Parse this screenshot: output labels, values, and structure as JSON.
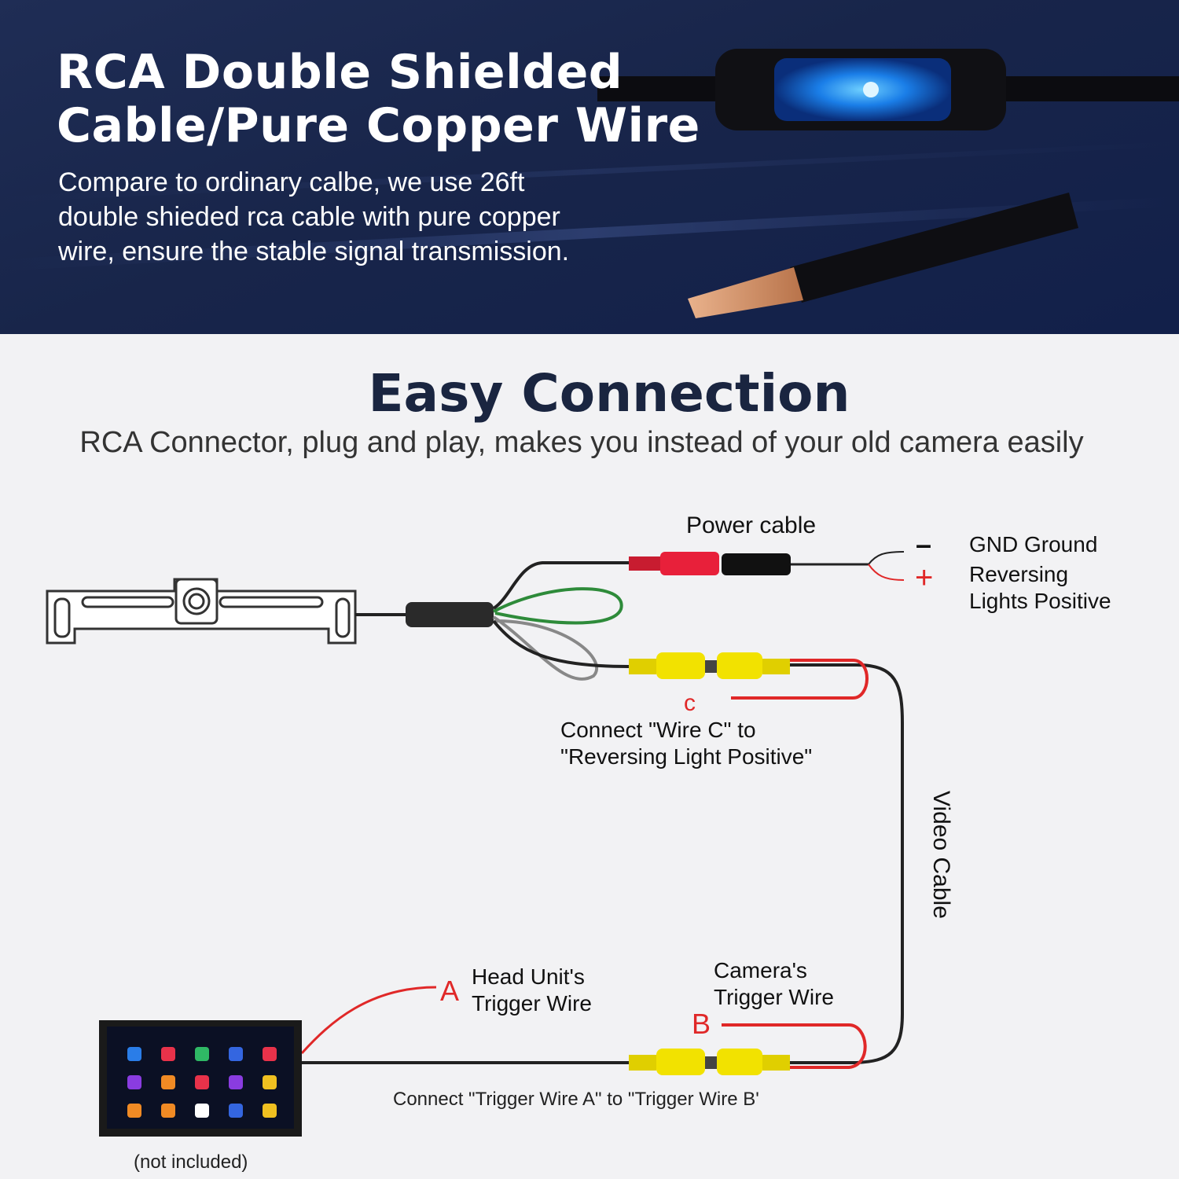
{
  "banner": {
    "title_line1": "RCA Double Shielded",
    "title_line2": "Cable/Pure Copper Wire",
    "description": "Compare to ordinary calbe, we use 26ft double shieded rca cable with pure copper wire, ensure the stable signal transmission."
  },
  "section": {
    "heading": "Easy Connection",
    "subheading": "RCA Connector, plug and play, makes you instead of your old camera easily"
  },
  "diagram": {
    "power_cable": "Power cable",
    "minus_sign": "–",
    "plus_sign": "+",
    "gnd_label": "GND Ground",
    "reversing_line1": "Reversing",
    "reversing_line2": "Lights Positive",
    "letter_c": "c",
    "wire_c_line1": "Connect \"Wire C\" to",
    "wire_c_line2": "\"Reversing Light Positive\"",
    "video_cable": "Video Cable",
    "letter_a": "A",
    "head_unit_line1": "Head Unit's",
    "head_unit_line2": "Trigger Wire",
    "camera_line1": "Camera's",
    "camera_line2": "Trigger Wire",
    "letter_b": "B",
    "trigger_connect": "Connect \"Trigger Wire A\" to \"Trigger Wire B'",
    "not_included": "(not included)"
  },
  "colors": {
    "banner_bg": "#1b2850",
    "heading": "#1a2540",
    "accent_red": "#e02828",
    "connector_yellow": "#f2e200",
    "connector_red": "#e8203a",
    "wire_green": "#2e8b3a"
  }
}
